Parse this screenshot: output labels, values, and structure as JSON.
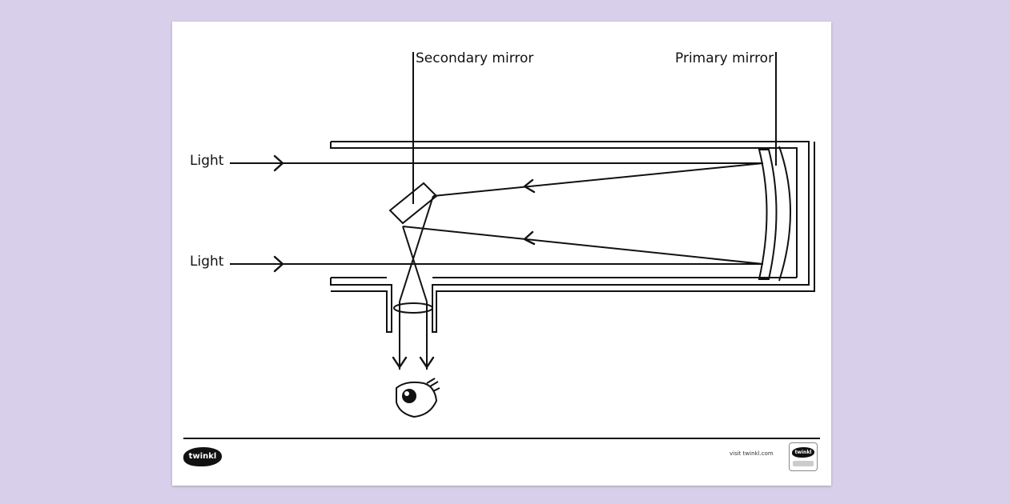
{
  "labels": {
    "light_top": "Light",
    "light_bottom": "Light",
    "secondary_mirror": "Secondary mirror",
    "primary_mirror": "Primary mirror"
  },
  "footer": {
    "logo_text": "twinkl",
    "url": "visit twinkl.com"
  },
  "colors": {
    "background": "#d8d0ea",
    "sheet": "#ffffff",
    "line": "#111111"
  }
}
